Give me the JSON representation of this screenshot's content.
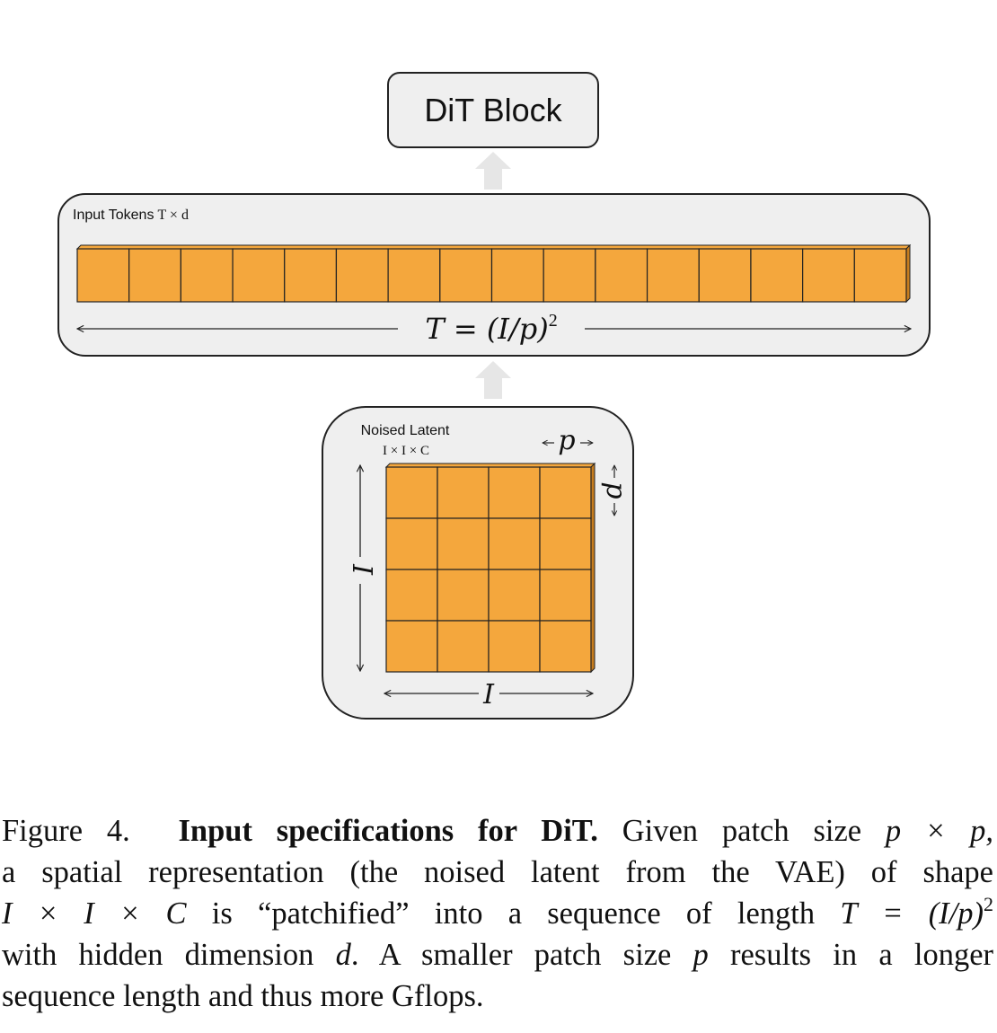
{
  "dit_block": {
    "label": "DiT Block"
  },
  "tokens_panel": {
    "title": "Input Tokens",
    "shape": "T × d",
    "token_count": 16,
    "length_label": "T = (I/p)",
    "length_exponent": "2"
  },
  "latent_panel": {
    "title": "Noised Latent",
    "shape": "I × I × C",
    "grid_rows": 4,
    "grid_cols": 4,
    "patch_label": "p",
    "side_label": "I"
  },
  "colors": {
    "patch_fill": "#f4a73d",
    "patch_side": "#c77d1e",
    "panel_fill": "#efefef",
    "flow_arrow": "#e6e6e6"
  },
  "caption": {
    "figure_label": "Figure 4.",
    "bold_title": "Input specifications for DiT.",
    "l1_text": "Given patch size ",
    "l1_math": "p × p,",
    "l2": "a spatial representation (the noised latent from the VAE) of shape",
    "l3_math_a": "I × I × C",
    "l3_text": " is “patchified” into a sequence of length ",
    "l3_math_b": "T = (I/p)",
    "l3_sup": "2",
    "l4_text_a": "with hidden dimension ",
    "l4_math_a": "d",
    "l4_text_b": ". A smaller patch size ",
    "l4_math_b": "p",
    "l4_text_c": " results in a longer",
    "l5": "sequence length and thus more Gflops."
  }
}
